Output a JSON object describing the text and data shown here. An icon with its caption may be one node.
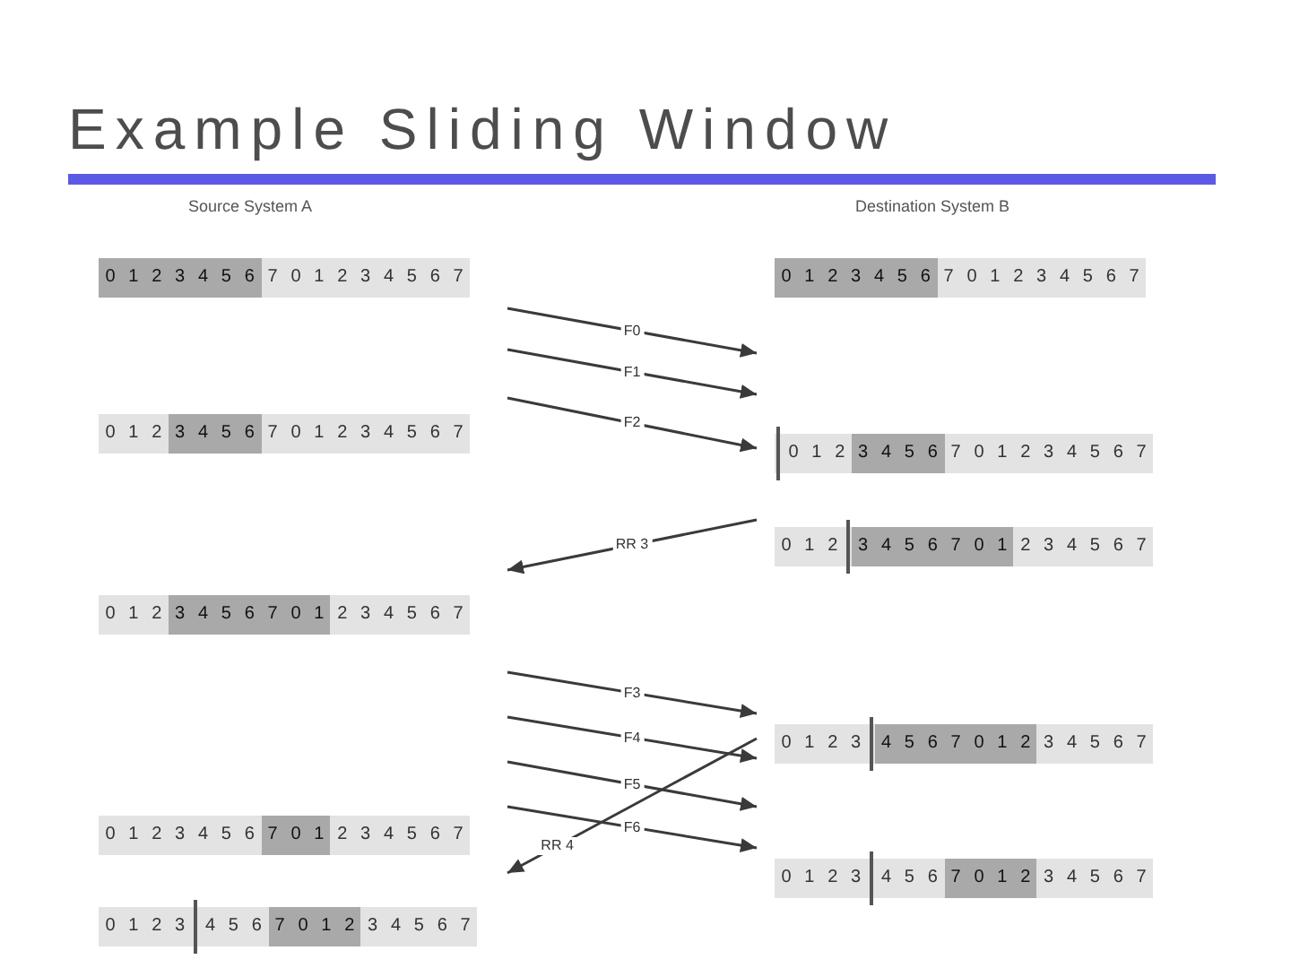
{
  "diagram": {
    "title": "Example Sliding Window",
    "nodes": [
      {
        "text": [
          "Source System A"
        ]
      },
      {
        "text": [
          "7 0 1 2 3 4 5 6 7"
        ],
        "in": 0
      },
      {
        "text": [
          "0 1 2 3 4 5 6"
        ],
        "in": 1
      },
      {
        "text": [
          "0 1 2",
          "7 0 1 2 3 4 5 6 7"
        ],
        "in": 0
      },
      {
        "text": [
          "3 4 5 6"
        ],
        "in": 3
      },
      {
        "text": [
          "0 1 2",
          "2 3 4 5 6 7"
        ],
        "in": 0
      },
      {
        "text": [
          "3 4 5 6 7 0 1"
        ],
        "in": 5
      },
      {
        "text": [
          "0 1 2 3 4 5 6",
          "2 3 4 5 6 7"
        ],
        "in": 0
      },
      {
        "text": [
          "7 0 1"
        ],
        "in": 7
      },
      {
        "text": [
          "0 1 2 3",
          "4 5 6",
          "3 4 5 6 7"
        ],
        "in": 0
      },
      {
        "text": [
          "7 0 1 2"
        ],
        "in": 9
      },
      {
        "text": [
          "Destination System B"
        ]
      },
      {
        "text": [
          "7 0 1 2 3 4 5 6 7"
        ],
        "in": 11
      },
      {
        "text": [
          "0 1 2 3 4 5 6"
        ],
        "in": 12
      },
      {
        "text": [
          "0 1 2",
          "7 0 1 2 3 4 5 6 7"
        ],
        "in": 11
      },
      {
        "text": [
          "3 4 5 6"
        ],
        "in": 14
      },
      {
        "text": [
          "0 1 2",
          "2 3 4 5 6 7"
        ],
        "in": 11
      },
      {
        "text": [
          "3 4 5 6 7 0 1"
        ],
        "in": 16
      },
      {
        "text": [
          "0 1 2 3",
          "3 4 5 6 7"
        ],
        "in": 11
      },
      {
        "text": [
          "4 5 6 7 0 1 2"
        ],
        "in": 18
      },
      {
        "text": [
          "0 1 2 3",
          "4 5 6",
          "3 4 5 6 7"
        ],
        "in": 11
      },
      {
        "text": [
          "7 0 1 2"
        ],
        "in": 20
      }
    ],
    "edges": [
      {
        "from": 0,
        "to": 11,
        "arrow": "to",
        "label": "F0"
      },
      {
        "from": 0,
        "to": 11,
        "arrow": "to",
        "label": "F1"
      },
      {
        "from": 0,
        "to": 11,
        "arrow": "to",
        "label": "F2"
      },
      {
        "from": 11,
        "to": 0,
        "arrow": "to",
        "label": "RR 3"
      },
      {
        "from": 0,
        "to": 11,
        "arrow": "to",
        "label": "F3"
      },
      {
        "from": 0,
        "to": 11,
        "arrow": "to",
        "label": "F4"
      },
      {
        "from": 0,
        "to": 11,
        "arrow": "to",
        "label": "F5"
      },
      {
        "from": 0,
        "to": 11,
        "arrow": "to",
        "label": "F6"
      },
      {
        "from": 11,
        "to": 0,
        "arrow": "to",
        "label": "RR 4"
      }
    ]
  }
}
